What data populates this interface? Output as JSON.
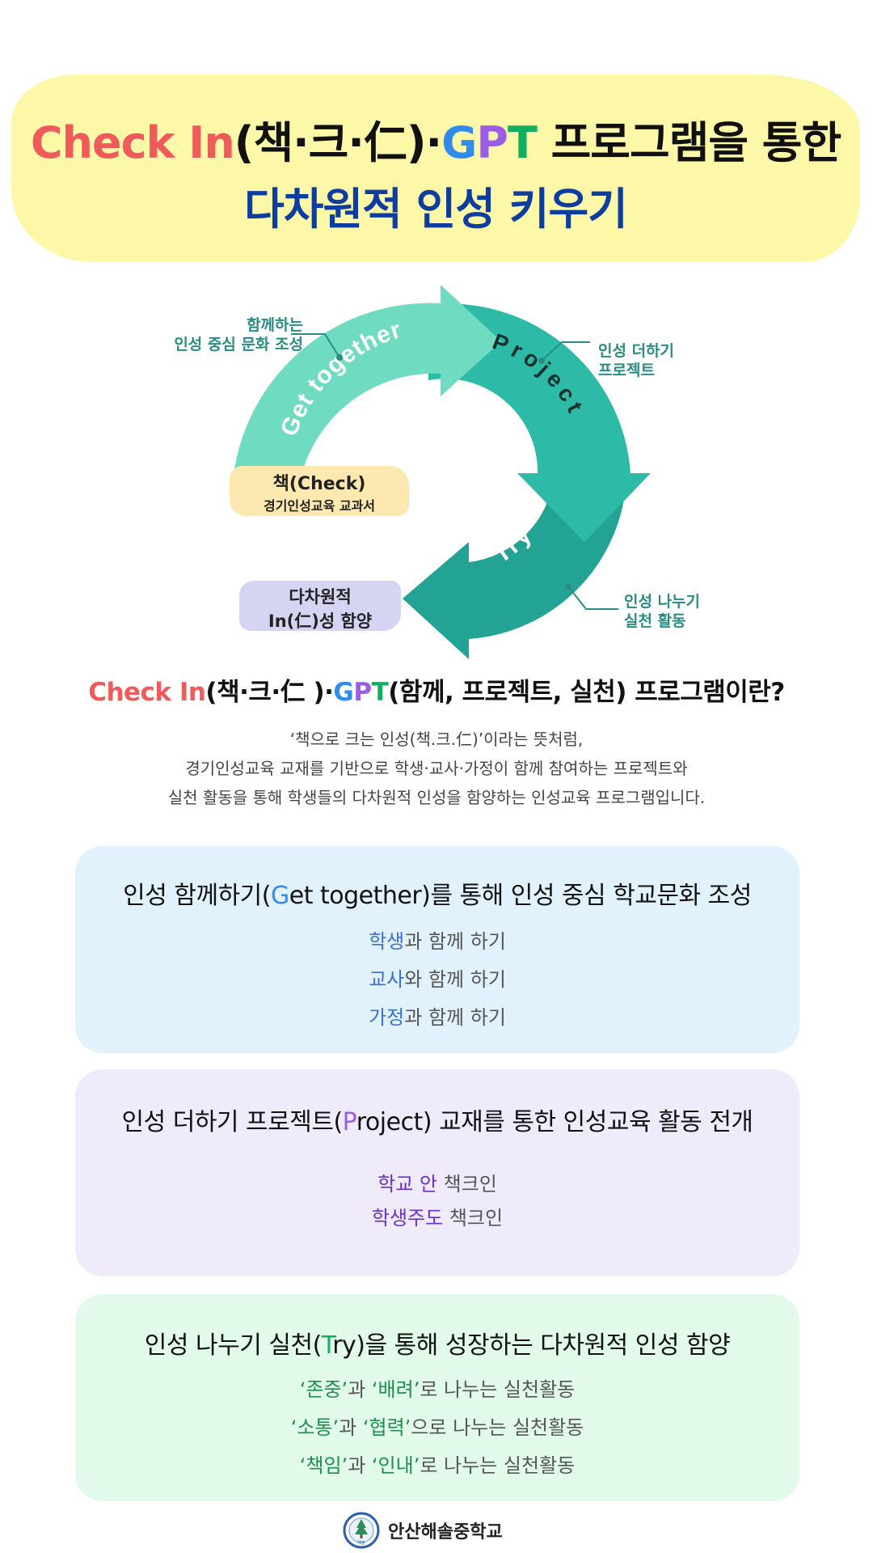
{
  "title": {
    "line1_part1": "Check In",
    "line1_part2": "(책·크·仁)·",
    "line1_g": "G",
    "line1_p": "P",
    "line1_t": "T",
    "line1_part3": " 프로그램을 통한",
    "line2": "다차원적 인성 키우기"
  },
  "diagram": {
    "arrow_get": "Get together",
    "arrow_project": "Project",
    "arrow_try": "Try",
    "label_get_line1": "함께하는",
    "label_get_line2": "인성 중심 문화 조성",
    "label_project_line1": "인성 더하기",
    "label_project_line2": "프로젝트",
    "label_try_line1": "인성 나누기",
    "label_try_line2": "실천 활동",
    "tag_check_line1": "책(Check)",
    "tag_check_line2": "경기인성교육 교과서",
    "tag_in_line1": "다차원적",
    "tag_in_line2": "In(仁)성 함양",
    "colors": {
      "get": "#6fdcc2",
      "project": "#2dbaa7",
      "try": "#22a393"
    }
  },
  "program": {
    "heading_part1": "Check In",
    "heading_part2": "(책·크·仁 )·",
    "heading_g": "G",
    "heading_p": "P",
    "heading_t": "T",
    "heading_part3": "(함께, 프로젝트, 실천) 프로그램이란?",
    "desc_line1": "‘책으로 크는 인성(책.크.仁)’이라는 뜻처럼,",
    "desc_line2": "경기인성교육 교재를 기반으로 학생·교사·가정이 함께 참여하는 프로젝트와",
    "desc_line3": "실천 활동을 통해 학생들의 다차원적 인성을 함양하는 인성교육 프로그램입니다."
  },
  "cards": {
    "get": {
      "title_a": "인성 함께하기(",
      "title_hl": "G",
      "title_b": "et together)를 통해 인성 중심 학교문화 조성",
      "items": [
        {
          "hl": "학생",
          "rest": "과 함께 하기"
        },
        {
          "hl": "교사",
          "rest": "와 함께 하기"
        },
        {
          "hl": "가정",
          "rest": "과 함께 하기"
        }
      ]
    },
    "project": {
      "title_a": "인성 더하기 프로젝트(",
      "title_hl": "P",
      "title_b": "roject) 교재를 통한 인성교육 활동 전개",
      "items": [
        {
          "hl": "학교 안",
          "rest": " 책크인"
        },
        {
          "hl": "학생주도",
          "rest": " 책크인"
        }
      ]
    },
    "try": {
      "title_a": "인성 나누기 실천(",
      "title_hl": "T",
      "title_b": "ry)을 통해 성장하는 다차원적 인성 함양",
      "items": [
        {
          "q1": "‘존중’",
          "mid": "과 ",
          "q2": "‘배려’",
          "rest": "로 나누는 실천활동"
        },
        {
          "q1": "‘소통’",
          "mid": "과 ",
          "q2": "‘협력’",
          "rest": "으로 나누는 실천활동"
        },
        {
          "q1": "‘책임’",
          "mid": "과 ",
          "q2": "‘인내’",
          "rest": "로 나누는 실천활동"
        }
      ]
    }
  },
  "footer": {
    "school_name": "안산해솔중학교",
    "logo_text": "해솔"
  }
}
